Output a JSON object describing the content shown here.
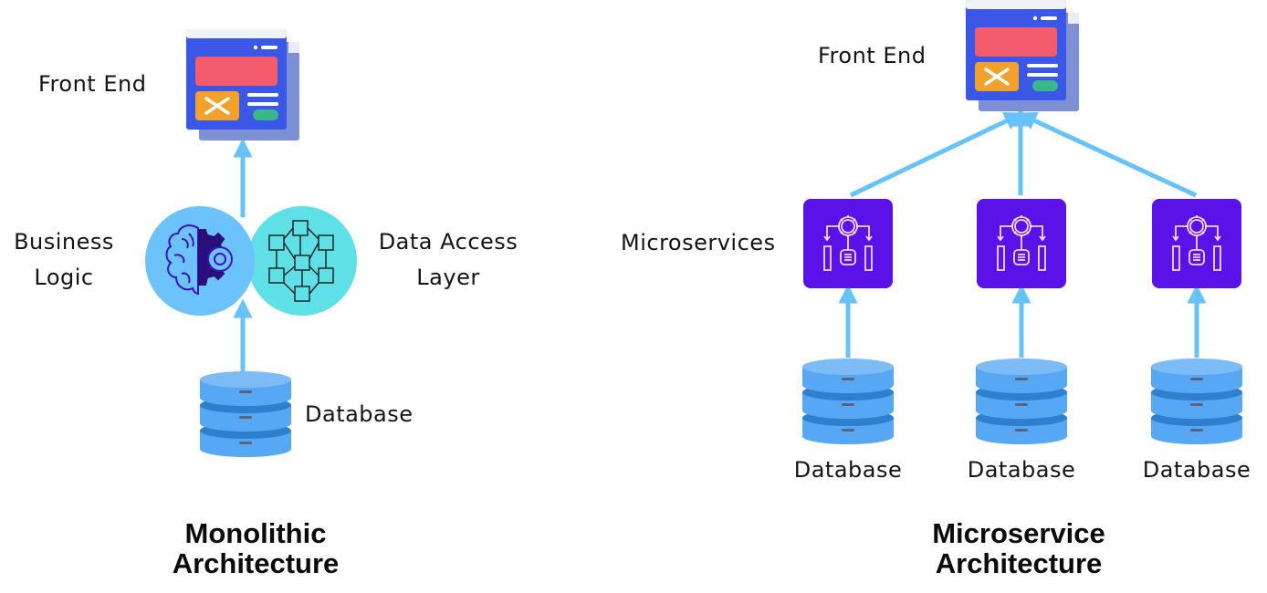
{
  "monolithic": {
    "title_line1": "Monolithic",
    "title_line2": "Architecture",
    "labels": {
      "front_end": "Front End",
      "business_logic_line1": "Business",
      "business_logic_line2": "Logic",
      "data_access_line1": "Data Access",
      "data_access_line2": "Layer",
      "database": "Database"
    },
    "icons": [
      "front-end-window-icon",
      "brain-gear-icon",
      "blockchain-cubes-icon",
      "database-icon"
    ]
  },
  "microservice": {
    "title_line1": "Microservice",
    "title_line2": "Architecture",
    "labels": {
      "front_end": "Front End",
      "microservices": "Microservices"
    },
    "services": [
      {
        "icon": "microservice-gear-icon",
        "database_label": "Database"
      },
      {
        "icon": "microservice-gear-icon",
        "database_label": "Database"
      },
      {
        "icon": "microservice-gear-icon",
        "database_label": "Database"
      }
    ]
  },
  "colors": {
    "arrow": "#66c2fb",
    "circle_business": "#6cc3fb",
    "circle_data": "#5fe0e6",
    "microservice_box": "#5b12e8",
    "window_blue": "#3a57e8",
    "window_red": "#f45b6c",
    "window_orange": "#f3a12b",
    "window_green": "#39b98a",
    "db_light": "#56a8f5",
    "db_dark": "#2f7fcf"
  }
}
